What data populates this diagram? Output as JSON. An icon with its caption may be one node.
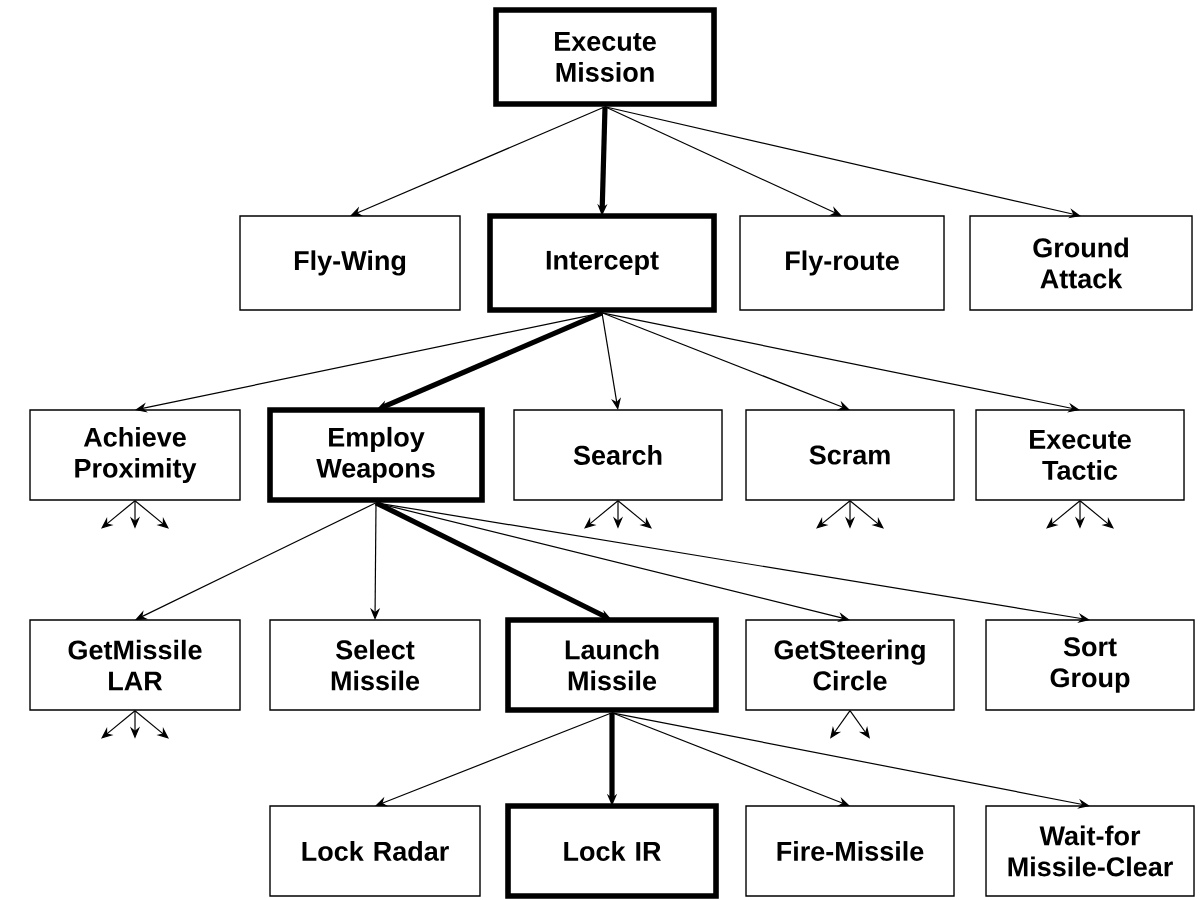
{
  "diagram": {
    "nodes": [
      {
        "text": [
          "Execute Mission"
        ]
      },
      {
        "text": [
          "Fly-Wing"
        ]
      },
      {
        "text": [
          "Intercept"
        ]
      },
      {
        "text": [
          "Fly-route"
        ]
      },
      {
        "text": [
          "Ground Attack"
        ]
      },
      {
        "text": [
          "Achieve Proximity"
        ]
      },
      {
        "text": [
          "Employ Weapons"
        ]
      },
      {
        "text": [
          "Search"
        ]
      },
      {
        "text": [
          "Scram"
        ]
      },
      {
        "text": [
          "Execute Tactic"
        ]
      },
      {
        "text": [
          "GetMissile LAR"
        ]
      },
      {
        "text": [
          "Select Missile"
        ]
      },
      {
        "text": [
          "Launch Missile"
        ]
      },
      {
        "text": [
          "GetSteering Circle"
        ]
      },
      {
        "text": [
          "Sort Group"
        ]
      },
      {
        "text": [
          "Lock Radar"
        ]
      },
      {
        "text": [
          "Lock IR"
        ]
      },
      {
        "text": [
          "Fire-Missile"
        ]
      },
      {
        "text": [
          "Wait-for Missile-Clear"
        ]
      }
    ],
    "edges": [
      {
        "from": 0,
        "to": 1,
        "arrow": "to"
      },
      {
        "from": 0,
        "to": 2,
        "arrow": "to",
        "style": "thick"
      },
      {
        "from": 0,
        "to": 3,
        "arrow": "to"
      },
      {
        "from": 0,
        "to": 4,
        "arrow": "to"
      },
      {
        "from": 2,
        "to": 5,
        "arrow": "to"
      },
      {
        "from": 2,
        "to": 6,
        "arrow": "to",
        "style": "thick"
      },
      {
        "from": 2,
        "to": 7,
        "arrow": "to"
      },
      {
        "from": 2,
        "to": 8,
        "arrow": "to"
      },
      {
        "from": 2,
        "to": 9,
        "arrow": "to"
      },
      {
        "from": 6,
        "to": 10,
        "arrow": "to"
      },
      {
        "from": 6,
        "to": 11,
        "arrow": "to"
      },
      {
        "from": 6,
        "to": 12,
        "arrow": "to",
        "style": "thick"
      },
      {
        "from": 6,
        "to": 13,
        "arrow": "to"
      },
      {
        "from": 6,
        "to": 14,
        "arrow": "to"
      },
      {
        "from": 12,
        "to": 15,
        "arrow": "to"
      },
      {
        "from": 12,
        "to": 16,
        "arrow": "to",
        "style": "thick"
      },
      {
        "from": 12,
        "to": 17,
        "arrow": "to"
      },
      {
        "from": 12,
        "to": 18,
        "arrow": "to"
      },
      {
        "from": 5,
        "to": null,
        "arrow": "to"
      },
      {
        "from": 5,
        "to": null,
        "arrow": "to"
      },
      {
        "from": 5,
        "to": null,
        "arrow": "to"
      },
      {
        "from": 7,
        "to": null,
        "arrow": "to"
      },
      {
        "from": 7,
        "to": null,
        "arrow": "to"
      },
      {
        "from": 7,
        "to": null,
        "arrow": "to"
      },
      {
        "from": 8,
        "to": null,
        "arrow": "to"
      },
      {
        "from": 8,
        "to": null,
        "arrow": "to"
      },
      {
        "from": 8,
        "to": null,
        "arrow": "to"
      },
      {
        "from": 9,
        "to": null,
        "arrow": "to"
      },
      {
        "from": 9,
        "to": null,
        "arrow": "to"
      },
      {
        "from": 9,
        "to": null,
        "arrow": "to"
      },
      {
        "from": 10,
        "to": null,
        "arrow": "to"
      },
      {
        "from": 10,
        "to": null,
        "arrow": "to"
      },
      {
        "from": 10,
        "to": null,
        "arrow": "to"
      },
      {
        "from": 13,
        "to": null,
        "arrow": "to"
      },
      {
        "from": 13,
        "to": null,
        "arrow": "to"
      }
    ]
  }
}
